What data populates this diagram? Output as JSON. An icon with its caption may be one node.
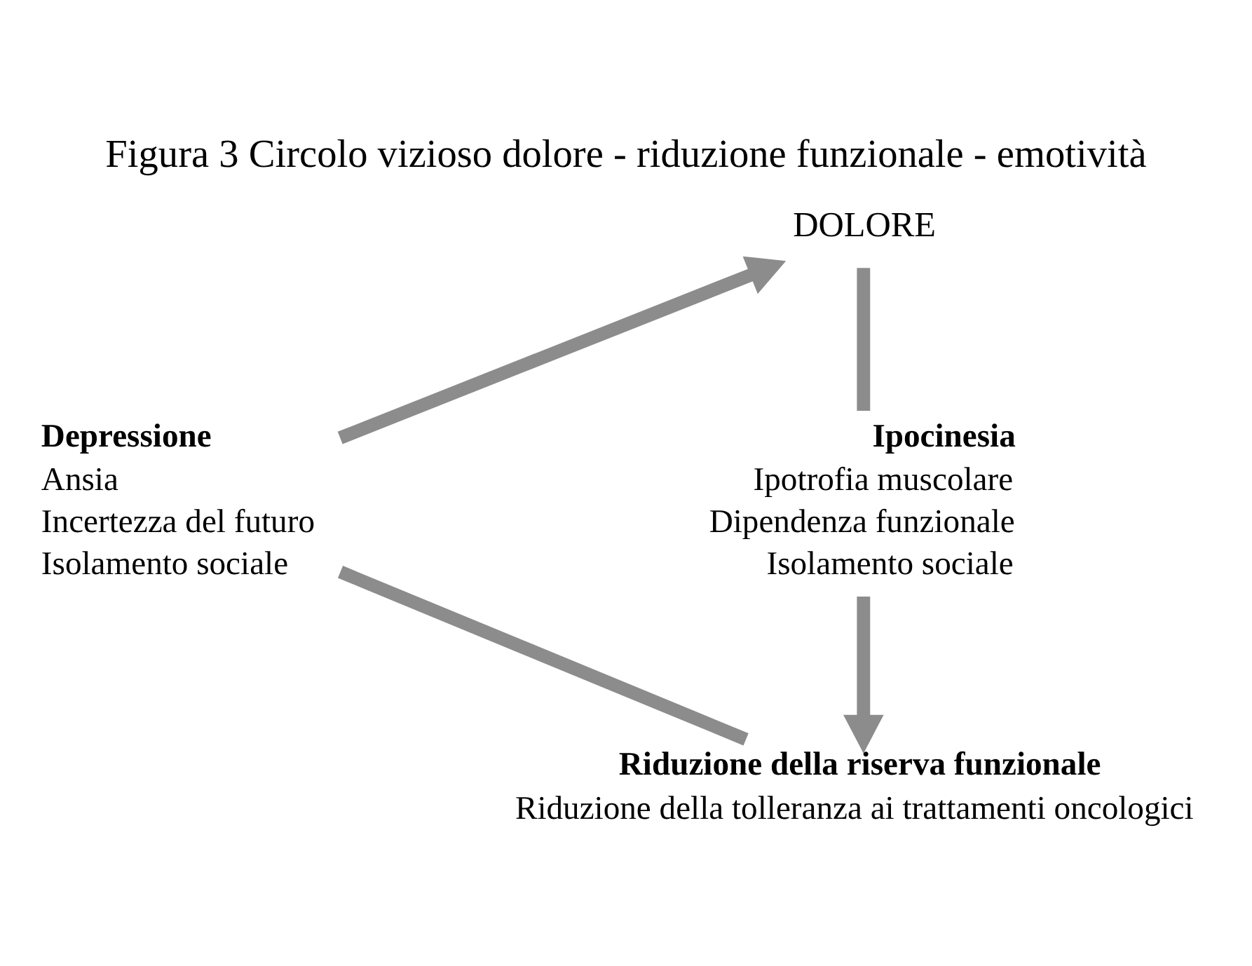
{
  "diagram": {
    "title": "Figura 3 Circolo vizioso dolore - riduzione funzionale - emotività",
    "nodes": [
      {
        "text": [
          "DOLORE"
        ]
      },
      {
        "text": [
          "Ipocinesia",
          "Ipotrofia muscolare",
          "Dipendenza funzionale",
          "Isolamento sociale"
        ]
      },
      {
        "text": [
          "Riduzione della riserva funzionale",
          "Riduzione della tolleranza ai trattamenti oncologici"
        ]
      },
      {
        "text": [
          "Depressione",
          "Ansia",
          "Incertezza del futuro",
          "Isolamento sociale"
        ]
      }
    ],
    "edges": [
      {
        "from": 0,
        "to": 1,
        "arrow": "none"
      },
      {
        "from": 1,
        "to": 2,
        "arrow": "to"
      },
      {
        "from": 2,
        "to": 3,
        "arrow": "none"
      },
      {
        "from": 3,
        "to": 0,
        "arrow": "to"
      }
    ]
  }
}
